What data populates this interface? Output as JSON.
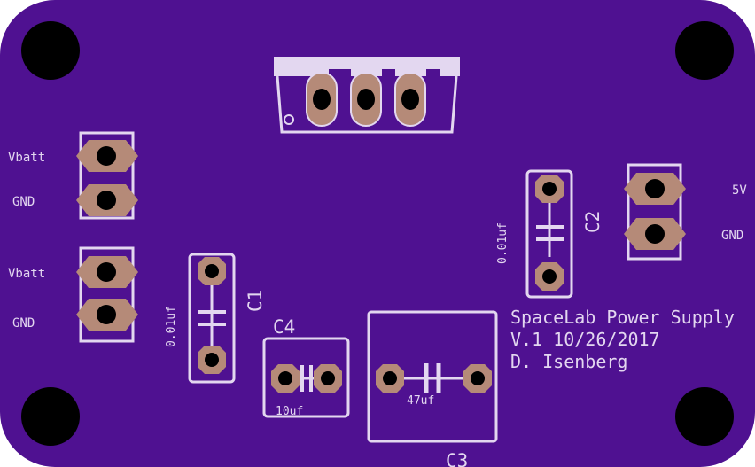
{
  "board": {
    "color": "#4f1191",
    "silkscreen_color": "#e3d7f0",
    "pad_color": "#b58a78",
    "title_lines": [
      "SpaceLab Power Supply",
      "V.1 10/26/2017",
      "D. Isenberg"
    ]
  },
  "connectors": {
    "input1": {
      "labels": [
        "Vbatt",
        "GND"
      ]
    },
    "input2": {
      "labels": [
        "Vbatt",
        "GND"
      ]
    },
    "output": {
      "labels": [
        "5V",
        "GND"
      ]
    }
  },
  "components": {
    "c1": {
      "ref": "C1",
      "value": "0.01uf"
    },
    "c2": {
      "ref": "C2",
      "value": "0.01uf"
    },
    "c3": {
      "ref": "C3",
      "value": "47uf"
    },
    "c4": {
      "ref": "C4",
      "value": "10uf"
    }
  },
  "regulator": {
    "name": "voltage-regulator",
    "pins": 3
  }
}
